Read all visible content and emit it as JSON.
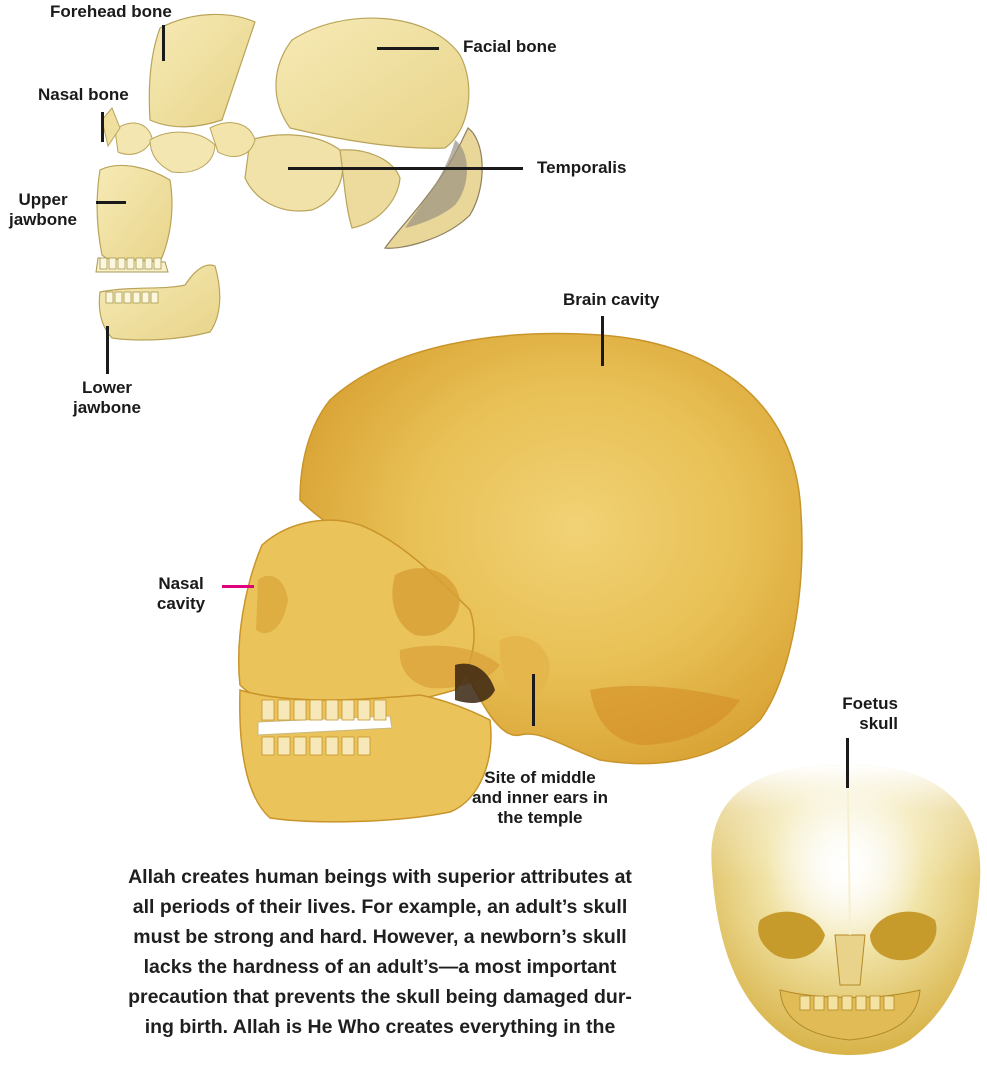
{
  "labels": {
    "forehead_bone": "Forehead bone",
    "facial_bone": "Facial bone",
    "nasal_bone": "Nasal bone",
    "temporalis": "Temporalis",
    "upper_jawbone": [
      "Upper",
      "jawbone"
    ],
    "lower_jawbone": [
      "Lower",
      "jawbone"
    ],
    "brain_cavity": "Brain cavity",
    "nasal_cavity": [
      "Nasal",
      "cavity"
    ],
    "foetus_skull": [
      "Foetus",
      "skull"
    ],
    "middle_inner_ears": [
      "Site of middle",
      "and inner ears in",
      "the temple"
    ]
  },
  "caption_lines": [
    "Allah creates human beings with superior attributes at",
    "all periods of their lives. For example, an adult’s skull",
    "must be strong and hard. However, a newborn’s skull",
    "lacks the hardness of an adult’s—a most important",
    "precaution that prevents the skull being damaged dur-",
    "ing birth. Allah is He Who creates everything in the"
  ],
  "colors": {
    "bone_light": "#f3e3a0",
    "bone_mid": "#e8c560",
    "bone_dark": "#d49a2a",
    "label_line": "#1a1a1a",
    "nasal_cavity_line": "#e0007a"
  }
}
